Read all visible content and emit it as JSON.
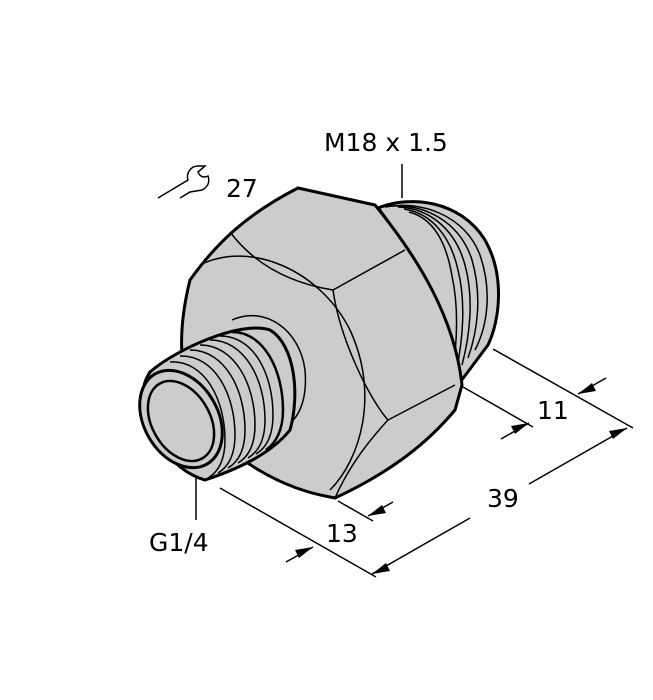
{
  "drawing": {
    "title": "Threaded pressure adapter dimension drawing",
    "fill_color": "#cccccc",
    "line_color": "#000000",
    "background": "#ffffff"
  },
  "labels": {
    "thread_top": "M18 x 1.5",
    "wrench_size": "27",
    "thread_bottom": "G1/4",
    "dim_11": "11",
    "dim_13": "13",
    "dim_39": "39"
  },
  "icons": {
    "wrench": "wrench-icon"
  }
}
